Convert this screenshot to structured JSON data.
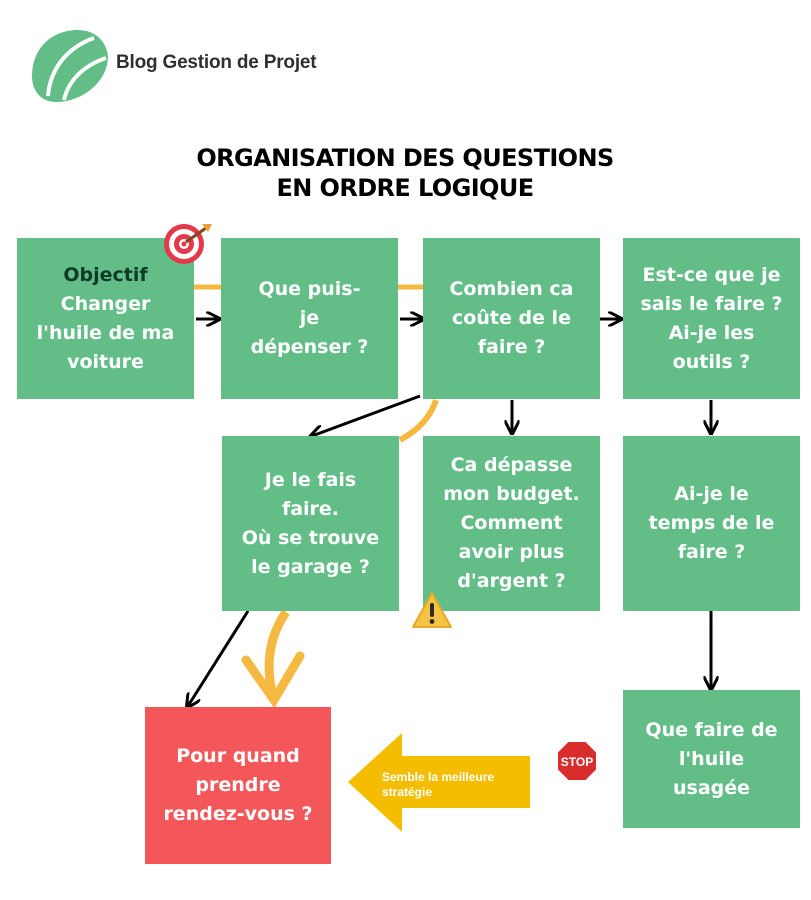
{
  "brand": {
    "name": "Blog Gestion de Projet",
    "color": "#62bd87"
  },
  "title": {
    "line1": "ORGANISATION DES QUESTIONS",
    "line2": "EN ORDRE LOGIQUE"
  },
  "nodes": {
    "objective": {
      "label": "Objectif",
      "lines": [
        "Changer",
        "l'huile de ma",
        "voiture"
      ]
    },
    "budget": {
      "lines": [
        "Que puis-",
        "je",
        "dépenser ?"
      ]
    },
    "cost": {
      "lines": [
        "Combien ca",
        "coûte de le",
        "faire ?"
      ]
    },
    "skills": {
      "lines": [
        "Est-ce que je",
        "sais le faire ?",
        "Ai-je les",
        "outils ?"
      ]
    },
    "garage": {
      "lines": [
        "Je le fais",
        "faire.",
        "Où se trouve",
        "le garage ?"
      ]
    },
    "over_budget": {
      "lines": [
        "Ca dépasse",
        "mon budget.",
        "Comment",
        "avoir plus",
        "d'argent ?"
      ]
    },
    "time": {
      "lines": [
        "Ai-je le",
        "temps de le",
        "faire ?"
      ]
    },
    "used_oil": {
      "lines": [
        "Que faire de",
        "l'huile",
        "usagée"
      ]
    },
    "appointment": {
      "lines": [
        "Pour quand",
        "prendre",
        "rendez-vous ?"
      ]
    }
  },
  "hint_arrow": {
    "lines": [
      "Semble la meilleure",
      "stratégie"
    ],
    "color": "#f5bd00"
  },
  "icons": [
    "target-icon",
    "warning-icon",
    "stop-sign-icon"
  ],
  "colors": {
    "box": "#62bd87",
    "highlight": "#f4575a",
    "path": "#f5b942",
    "stop": "#d92d2d"
  },
  "stop_sign": {
    "text": "STOP"
  }
}
